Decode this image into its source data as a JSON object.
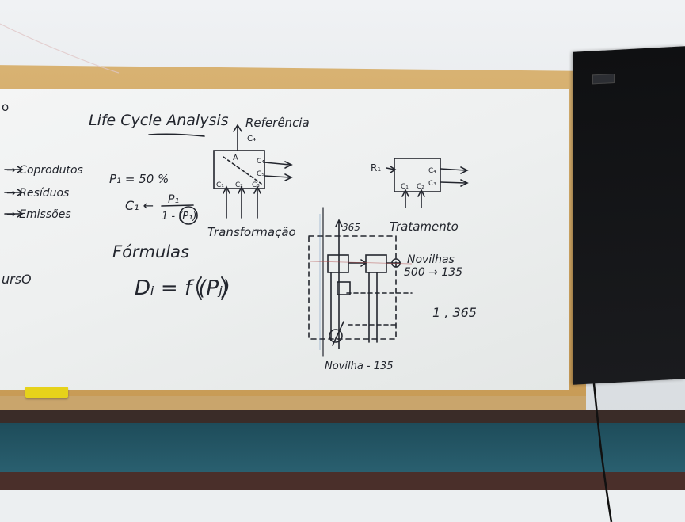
{
  "board": {
    "title": "Life Cycle Analysis",
    "left_edge": {
      "top": "o",
      "bottom": "ursO"
    },
    "outputs": [
      "→ Coprodutos",
      "→ Resíduos",
      "→ Emissões"
    ],
    "p1_line": "P₁ = 50 %",
    "c1_formula": {
      "lhs": "C₁ ←",
      "numerator": "P₁",
      "denominator": "1 - (P₁)"
    },
    "formulas_heading": "Fórmulas",
    "formula": "Dᵢ = f (Pⱼ)",
    "ref_label": "Referência",
    "ref_small": "C₄",
    "transform_box": {
      "label": "Transformação",
      "inputs": [
        "C₁",
        "C₂",
        "C₃"
      ],
      "outputs": [
        "C₄",
        "C₅"
      ],
      "top": "A"
    },
    "treatment_box": {
      "label": "Tratamento",
      "left_input": "R₁",
      "inputs": [
        "C₁",
        "C₂"
      ],
      "outputs": [
        "C₄",
        "C₃"
      ]
    },
    "diagram": {
      "top_number": "365",
      "novilhas": "Novilhas",
      "novilhas_values": "500 → 135",
      "pair": "1 , 365",
      "bottom": "Novilha - 135"
    }
  },
  "colors": {
    "ink": "#23262e",
    "wood": "#c89b56",
    "board": "#eef0f0",
    "monitor": "#111214",
    "teal": "#2a6070"
  }
}
